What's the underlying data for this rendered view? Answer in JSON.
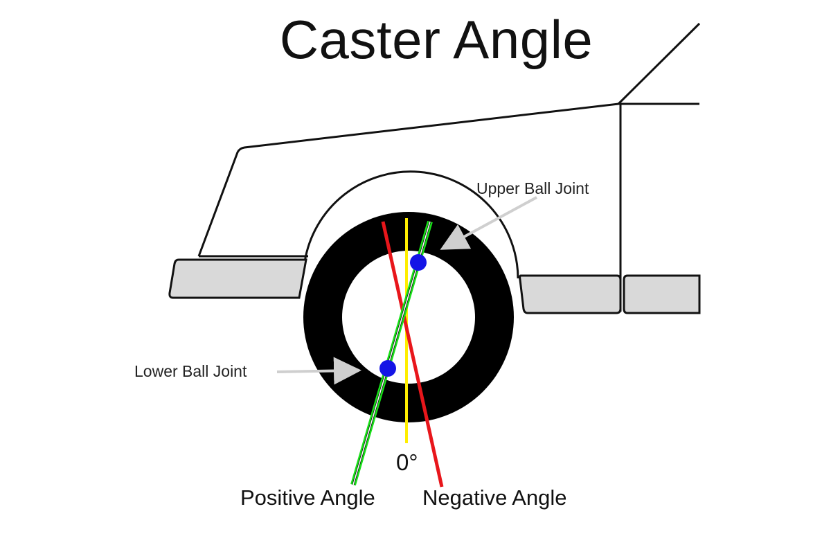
{
  "title": "Caster Angle",
  "labels": {
    "upper_ball_joint": "Upper Ball Joint",
    "lower_ball_joint": "Lower Ball Joint",
    "zero_degree": "0°",
    "positive_angle": "Positive Angle",
    "negative_angle": "Negative Angle"
  },
  "colors": {
    "outline": "#111111",
    "tire": "#000000",
    "bumper_fill": "#d9d9d9",
    "zero_line": "#ffee00",
    "negative_line": "#e8161b",
    "positive_line": "#18e018",
    "ball_joint": "#1414e6",
    "arrow": "#cfcfcf"
  }
}
